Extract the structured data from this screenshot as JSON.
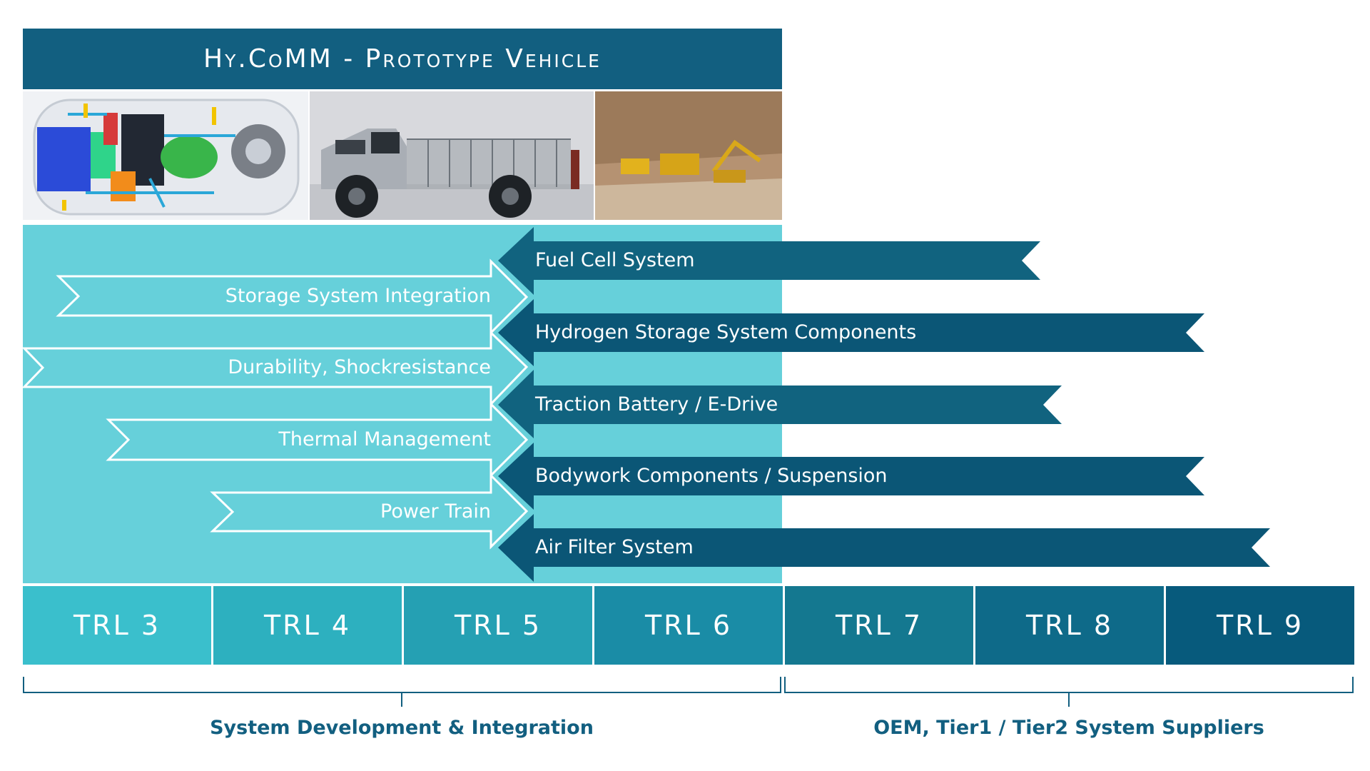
{
  "header": {
    "title": "Hy.CoMM - Prototype Vehicle"
  },
  "images": [
    {
      "name": "vehicle-cutaway-image",
      "description": "cutaway drawing of vehicle components"
    },
    {
      "name": "prototype-truck-image",
      "description": "prototype pickup truck"
    },
    {
      "name": "quarry-machines-image",
      "description": "heavy machines at a quarry"
    }
  ],
  "development_tasks": [
    "Storage System Integration",
    "Durability, Shockresistance",
    "Thermal Management",
    "Power Train"
  ],
  "supplier_systems": [
    "Fuel Cell System",
    "Hydrogen Storage System Components",
    "Traction Battery / E-Drive",
    "Bodywork Components / Suspension",
    "Air Filter System"
  ],
  "trl_levels": [
    "TRL 3",
    "TRL 4",
    "TRL 5",
    "TRL 6",
    "TRL 7",
    "TRL 8",
    "TRL 9"
  ],
  "groups": {
    "left": "System Development & Integration",
    "right": "OEM, Tier1 / Tier2 System Suppliers"
  },
  "colors": {
    "title_bg": "#125f80",
    "light_panel": "#66d0da",
    "dark_arrow": "#11637f",
    "dark_arrow_alt": "#0b5676",
    "trl": [
      "#3abfcc",
      "#2db0bf",
      "#25a0b3",
      "#1a8ca6",
      "#147890",
      "#0e6a89",
      "#075a7c"
    ],
    "bracket": "#125f80"
  }
}
